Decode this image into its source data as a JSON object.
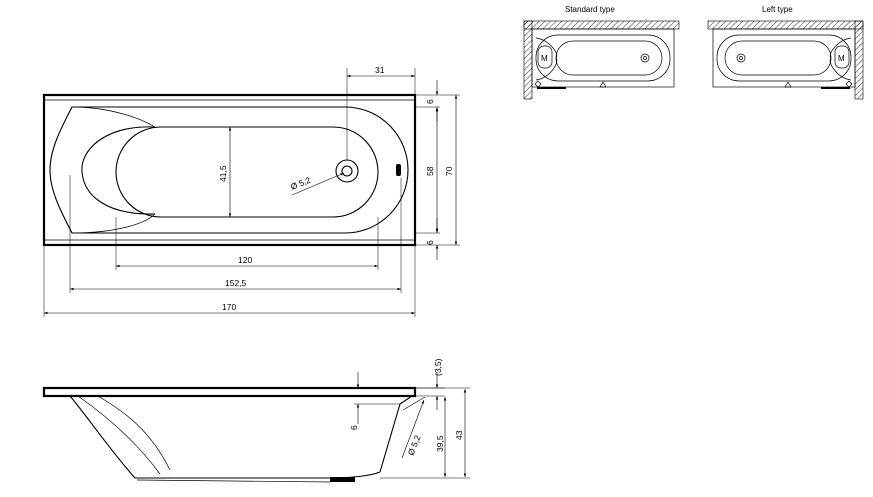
{
  "variants": {
    "standard": {
      "label": "Standard type"
    },
    "left": {
      "label": "Left type"
    }
  },
  "inlet_mark": "M",
  "top_view": {
    "dim_drain_offset": "31",
    "dim_drain_dia": "Ø 5,2",
    "dim_inner_width": "41,5",
    "dim_rim_top": "6",
    "dim_rim_bottom": "6",
    "dim_inner_depth": "58",
    "dim_outer_depth": "70",
    "dim_bottom_length": "120",
    "dim_inner_length": "152,5",
    "dim_overall_length": "170"
  },
  "side_view": {
    "dim_rim_thickness": "(3,5)",
    "dim_step": "6",
    "dim_overflow_dia": "Ø 5,2",
    "dim_inner_height": "39,5",
    "dim_overall_height": "43"
  }
}
